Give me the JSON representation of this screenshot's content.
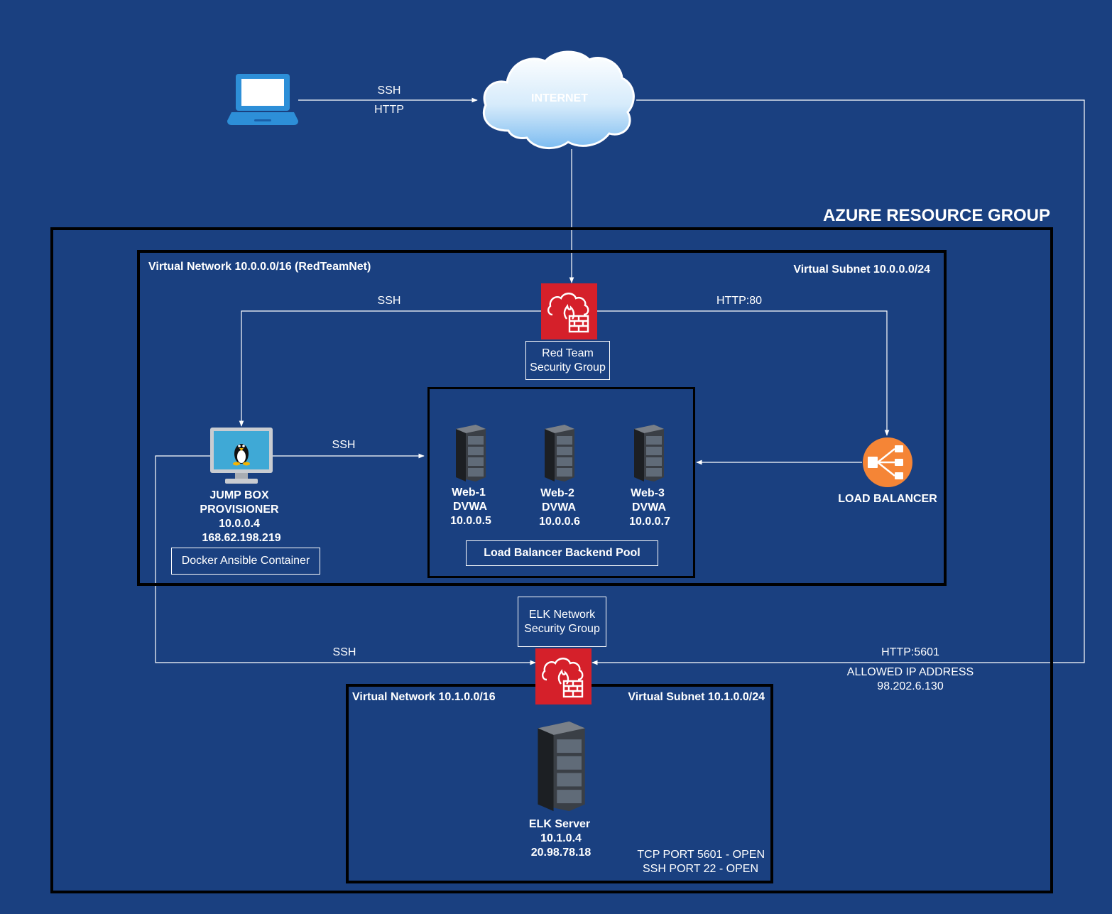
{
  "colors": {
    "background": "#1a4080",
    "frame": "#000000",
    "line": "#ffffff",
    "firewall": "#d5202a",
    "load_balancer": "#f58536",
    "laptop": "#2d8fd8",
    "monitor_screen": "#3fa9d6"
  },
  "icons": {
    "laptop": "laptop-icon",
    "internet": "cloud-icon",
    "firewall": "firewall-icon",
    "jump_box": "linux-monitor-icon",
    "server": "server-rack-icon",
    "load_balancer": "load-balancer-icon"
  },
  "internet": {
    "label": "INTERNET"
  },
  "client_link": {
    "protocol_1": "SSH",
    "protocol_2": "HTTP"
  },
  "resource_group": {
    "title": "AZURE RESOURCE GROUP"
  },
  "vnet1": {
    "title": "Virtual Network 10.0.0.0/16 (RedTeamNet)",
    "subnet": "Virtual Subnet 10.0.0.0/24",
    "ssh_label": "SSH",
    "http_label": "HTTP:80",
    "nsg_line_1": "Red Team",
    "nsg_line_2": "Security Group",
    "jump_box": {
      "line_1": "JUMP BOX",
      "line_2": "PROVISIONER",
      "line_3": "10.0.0.4",
      "line_4": "168.62.198.219",
      "container": "Docker Ansible Container",
      "ssh_label": "SSH"
    },
    "backend_pool": {
      "label": "Load Balancer Backend Pool",
      "servers": [
        {
          "name": "Web-1",
          "app": "DVWA",
          "ip": "10.0.0.5"
        },
        {
          "name": "Web-2",
          "app": "DVWA",
          "ip": "10.0.0.6"
        },
        {
          "name": "Web-3",
          "app": "DVWA",
          "ip": "10.0.0.7"
        }
      ]
    },
    "load_balancer": {
      "label": "LOAD BALANCER"
    }
  },
  "elk_nsg": {
    "line_1": "ELK Network",
    "line_2": "Security Group"
  },
  "elk_links": {
    "ssh_label": "SSH",
    "http_label": "HTTP:5601",
    "allowed_line_1": "ALLOWED IP ADDRESS",
    "allowed_line_2": "98.202.6.130"
  },
  "vnet2": {
    "title": "Virtual Network 10.1.0.0/16",
    "subnet": "Virtual Subnet 10.1.0.0/24",
    "elk_server": {
      "line_1": "ELK Server",
      "line_2": "10.1.0.4",
      "line_3": "20.98.78.18"
    },
    "ports_line_1": "TCP PORT 5601 - OPEN",
    "ports_line_2": "SSH PORT 22 - OPEN"
  }
}
